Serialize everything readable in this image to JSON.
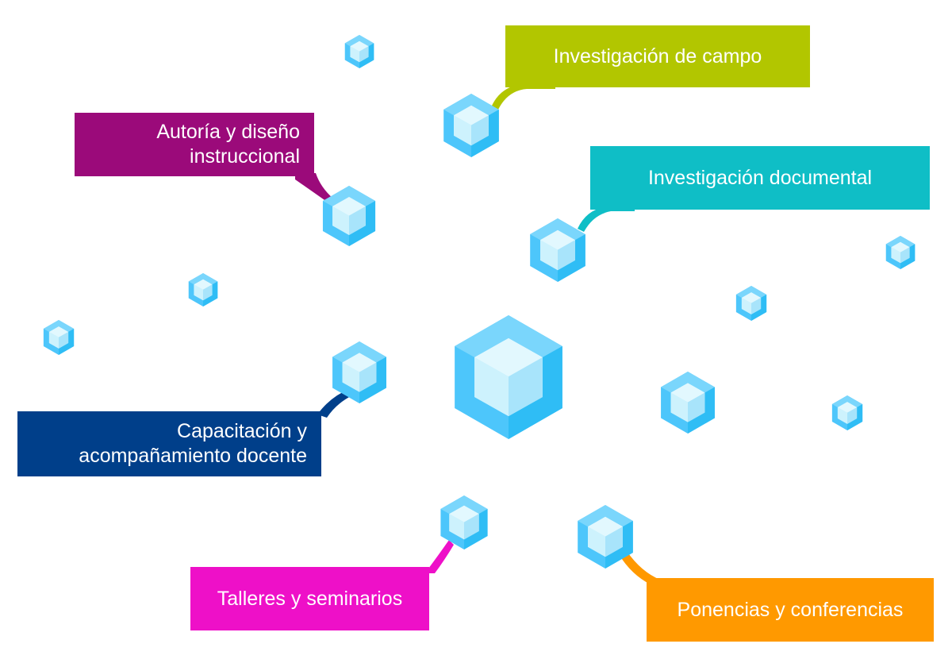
{
  "labels": {
    "investigacion_campo": "Investigación de campo",
    "autoria": "Autoría y diseño\ninstruccional",
    "investigacion_documental": "Investigación documental",
    "capacitacion": "Capacitación y\nacompañamiento docente",
    "talleres": "Talleres y seminarios",
    "ponencias": "Ponencias y conferencias"
  },
  "colors": {
    "investigacion_campo": "#b2c600",
    "autoria": "#9b0a7a",
    "investigacion_documental": "#0fbec6",
    "capacitacion": "#003f8a",
    "talleres": "#ee10c8",
    "ponencias": "#ff9900",
    "cube_outer": "#4dc6fb",
    "cube_light": "#a6e6fb",
    "cube_face": "#d5f3fd",
    "cube_right": "#c6ecfb"
  },
  "icons": {
    "node": "hexagon-cube-icon"
  }
}
